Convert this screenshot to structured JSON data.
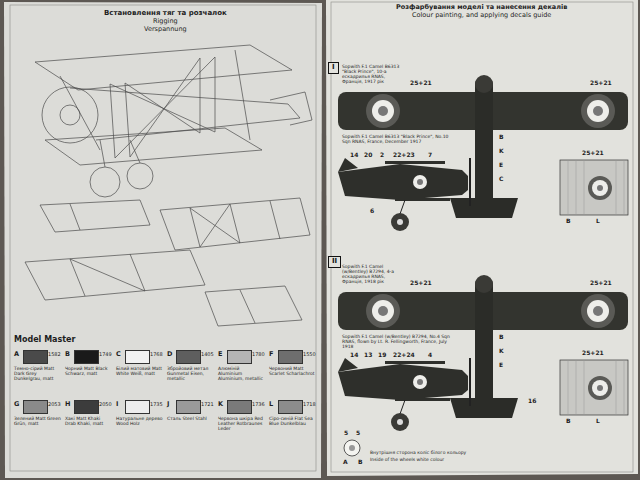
{
  "diagram": {
    "nodes": [
      {
        "text": [
          "I"
        ]
      },
      {
        "text": [
          "II"
        ]
      }
    ],
    "labels": [
      "Встановлення тяг та розчалок",
      "Rigging",
      "Verspannung",
      "Model Master",
      "1582",
      "1749",
      "1768",
      "1405",
      "1780",
      "1550",
      "2053",
      "2050",
      "1735",
      "1721",
      "1736",
      "1718",
      "A",
      "B",
      "C",
      "D",
      "E",
      "F",
      "G",
      "H",
      "I",
      "J",
      "K",
      "L",
      "Розфарбування моделі та нанесення декалів",
      "Colour painting, and applying decals guide",
      "Sopwith F.1 Camel B6313 \"Black Prince\", 10-а ескадрилья RNAS, Франція, 1917 рік",
      "25+21",
      "25+21",
      "Sopwith F.1 Camel B6313 \"Black Prince\", No.10 Sqn RNAS, France, December 1917",
      "14",
      "20",
      "2",
      "22+23",
      "7",
      "6",
      "B",
      "K",
      "E",
      "C",
      "25+21",
      "B",
      "L",
      "Sopwith F.1 Camel (w/Bentley) B7294, 4-а ескадрилья RNAS, Франція, 1918 рік",
      "25+21",
      "25+21",
      "Sopwith F.1 Camel (w/Bentley) B7294, No.4 Sqn RNAS, flown by Lt. R. Fellingworth, France, July 1918",
      "14",
      "13",
      "19",
      "22+24",
      "4",
      "5",
      "5",
      "16",
      "B",
      "K",
      "E",
      "25+21",
      "B",
      "L",
      "A",
      "B",
      "Внутрішня сторона коліс білого кольору",
      "Inside of the wheels white colour"
    ],
    "legend": [
      {
        "text": "Темно-сірий Matt Dark Grey Dunkelgrau, matt",
        "color": "#4a4a4a"
      },
      {
        "text": "Чорний Matt Black Schwarz, matt",
        "color": "#1a1a1a"
      },
      {
        "text": "Білий матовий Matt White Weiß, matt",
        "color": "#f2f2f2"
      },
      {
        "text": "Збройовий метал Gunmetal Eisen, metallic",
        "color": "#5e5e5e"
      },
      {
        "text": "Алюміній Aluminium Aluminium, metallic",
        "color": "#b4b4b4"
      },
      {
        "text": "Червоний Matt Scarlet Scharlachrot",
        "color": "#6e6e6e"
      },
      {
        "text": "Зелений Matt Green Grün, matt",
        "color": "#8a8a8a"
      },
      {
        "text": "Хакі Matt Khaki Drab Khaki, matt",
        "color": "#3c3c3c"
      },
      {
        "text": "Натуральне дерево Wood Holz",
        "color": "#ededed"
      },
      {
        "text": "Сталь Steel Stahl",
        "color": "#9a9a9a"
      },
      {
        "text": "Червона шкіра Red Leather Rotbraunes Leder",
        "color": "#7a7a7a"
      },
      {
        "text": "Сіро-синій Flat Sea Blue Dunkelblau",
        "color": "#8c8c8c"
      }
    ]
  }
}
